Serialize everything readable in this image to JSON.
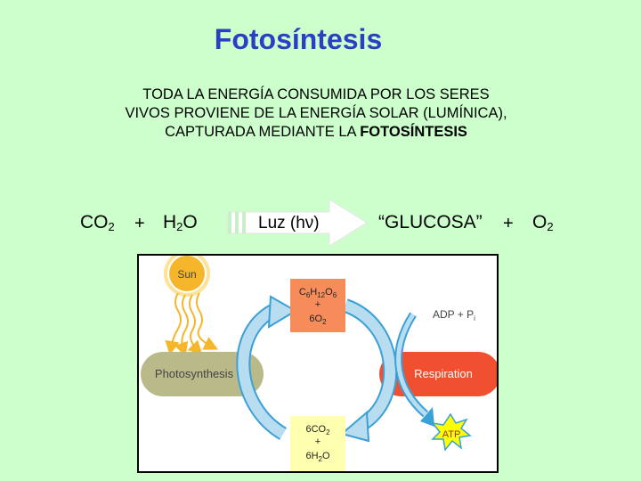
{
  "title": "Fotosíntesis",
  "intro": {
    "line1": "TODA LA ENERGÍA CONSUMIDA POR LOS SERES",
    "line2": "VIVOS PROVIENE DE LA ENERGÍA SOLAR (LUMÍNICA),",
    "line3_prefix": "CAPTURADA MEDIANTE LA ",
    "line3_bold": "FOTOSÍNTESIS"
  },
  "equation": {
    "co2": "CO",
    "co2_sub": "2",
    "plus": "+",
    "h2o_h": "H",
    "h2o_sub": "2",
    "h2o_o": "O",
    "arrow_label": "Luz (hν)",
    "glucose": "“GLUCOSA”",
    "o2": "O",
    "o2_sub": "2"
  },
  "diagram": {
    "sun": "Sun",
    "photosynthesis": "Photosynthesis",
    "respiration": "Respiration",
    "top_box": {
      "c": "C",
      "c_sub": "6",
      "h": "H",
      "h_sub": "12",
      "o": "O",
      "o_sub": "6",
      "plus": "+",
      "o2": "6O",
      "o2_sub": "2"
    },
    "bottom_box": {
      "co2": "6CO",
      "co2_sub": "2",
      "plus": "+",
      "h2o_a": "6H",
      "h2o_sub": "2",
      "h2o_b": "O"
    },
    "adp": "ADP + P",
    "adp_sub": "i",
    "atp": "ATP",
    "colors": {
      "sun": "#f5b62c",
      "photosynthesis_bar": "#b9b98a",
      "respiration_bar": "#f05030",
      "top_box": "#f58c5a",
      "bottom_box": "#ffffb0",
      "cycle_arrow": "#b8ddf0",
      "atp_star": "#ffff00"
    }
  }
}
